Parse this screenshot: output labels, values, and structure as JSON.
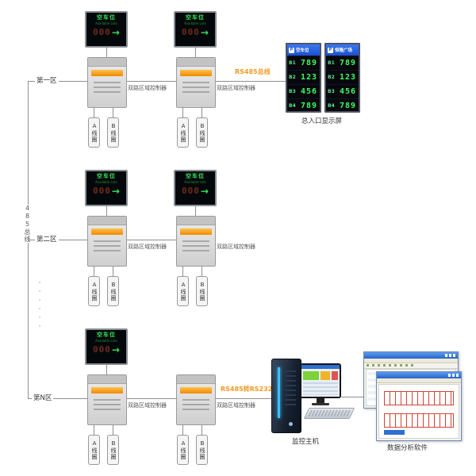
{
  "colors": {
    "accent_orange": "#f59a23",
    "led_green": "#35e65a",
    "panel_blue": "#1e56d6",
    "line_gray": "#8f8f8f"
  },
  "bus": {
    "label": "485总线"
  },
  "zones": [
    {
      "label": "第一区"
    },
    {
      "label": "第二区"
    },
    {
      "label": "第N区"
    }
  ],
  "controller": {
    "label": "双路区域控制器"
  },
  "coils": {
    "a": "A线圈",
    "b": "B线圈"
  },
  "led": {
    "title": "空车位",
    "subtitle": "Available Lots",
    "digits": "000",
    "arrow": "→"
  },
  "links": {
    "rs485_bus": "RS485总线",
    "rs485_converter": "RS485转RS232"
  },
  "entrance": {
    "caption": "总入口显示屏",
    "panels": [
      {
        "logo": "P",
        "header": "空车位",
        "rows": [
          {
            "slot": "B1",
            "value": "789"
          },
          {
            "slot": "B2",
            "value": "123"
          },
          {
            "slot": "B3",
            "value": "456"
          },
          {
            "slot": "B4",
            "value": "789"
          }
        ]
      },
      {
        "logo": "P",
        "header": "恒隆广场",
        "rows": [
          {
            "slot": "B1",
            "value": "789"
          },
          {
            "slot": "B2",
            "value": "123"
          },
          {
            "slot": "B3",
            "value": "456"
          },
          {
            "slot": "B4",
            "value": "789"
          }
        ]
      }
    ]
  },
  "host": {
    "label": "监控主机"
  },
  "software": {
    "label": "数据分析软件"
  },
  "ellipsis": "······"
}
